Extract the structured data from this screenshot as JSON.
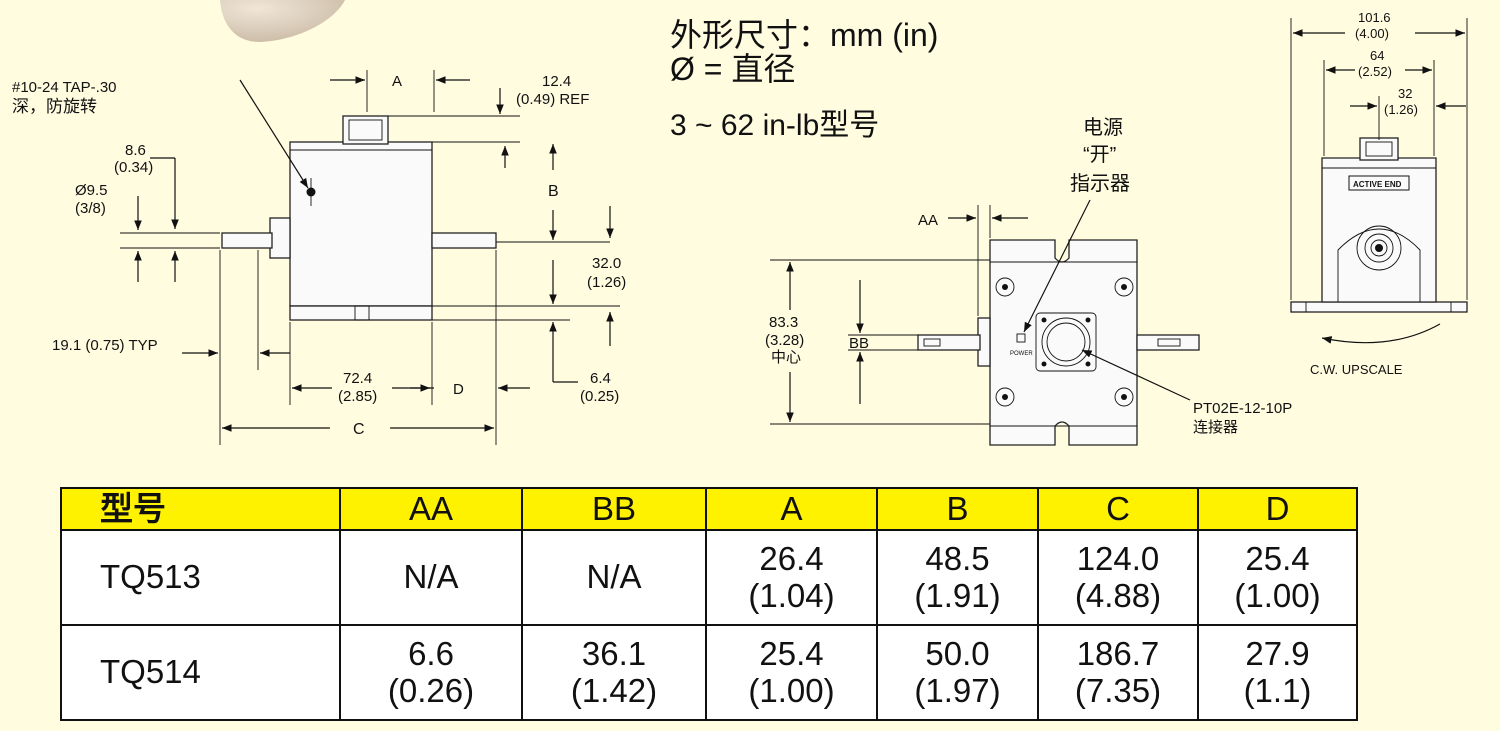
{
  "header": {
    "units_line": "外形尺寸：mm (in)",
    "diameter_line": "Ø = 直径",
    "model_range": "3 ~ 62 in-lb型号"
  },
  "left_view": {
    "tap_note_line1": "#10-24 TAP-.30",
    "tap_note_line2": "深，防旋转",
    "dim_a": "A",
    "dim_ref_line1": "12.4",
    "dim_ref_line2": "(0.49) REF",
    "dim_86_line1": "8.6",
    "dim_86_line2": "(0.34)",
    "dim_dia_line1": "Ø9.5",
    "dim_dia_line2": "(3/8)",
    "dim_b": "B",
    "dim_32_line1": "32.0",
    "dim_32_line2": "(1.26)",
    "dim_typ": "19.1 (0.75) TYP",
    "dim_724_line1": "72.4",
    "dim_724_line2": "(2.85)",
    "dim_d": "D",
    "dim_64_line1": "6.4",
    "dim_64_line2": "(0.25)",
    "dim_c": "C"
  },
  "middle_view": {
    "indicator_line1": "电源",
    "indicator_line2": "“开”",
    "indicator_line3": "指示器",
    "dim_aa": "AA",
    "dim_833_line1": "83.3",
    "dim_833_line2": "(3.28)",
    "dim_833_line3": "中心",
    "dim_bb": "BB",
    "power_label": "POWER",
    "connector_line1": "PT02E-12-10P",
    "connector_line2": "连接器"
  },
  "right_view": {
    "dim_1016_line1": "101.6",
    "dim_1016_line2": "(4.00)",
    "dim_64b_line1": "64",
    "dim_64b_line2": "(2.52)",
    "dim_32b_line1": "32",
    "dim_32b_line2": "(1.26)",
    "active_end_label": "ACTIVE END",
    "rotation_label": "C.W. UPSCALE"
  },
  "table": {
    "headers": [
      "型号",
      "AA",
      "BB",
      "A",
      "B",
      "C",
      "D"
    ],
    "rows": [
      {
        "model": "TQ513",
        "cells": [
          {
            "mm": "N/A",
            "inch": ""
          },
          {
            "mm": "N/A",
            "inch": ""
          },
          {
            "mm": "26.4",
            "inch": "(1.04)"
          },
          {
            "mm": "48.5",
            "inch": "(1.91)"
          },
          {
            "mm": "124.0",
            "inch": "(4.88)"
          },
          {
            "mm": "25.4",
            "inch": "(1.00)"
          }
        ]
      },
      {
        "model": "TQ514",
        "cells": [
          {
            "mm": "6.6",
            "inch": "(0.26)"
          },
          {
            "mm": "36.1",
            "inch": "(1.42)"
          },
          {
            "mm": "25.4",
            "inch": "(1.00)"
          },
          {
            "mm": "50.0",
            "inch": "(1.97)"
          },
          {
            "mm": "186.7",
            "inch": "(7.35)"
          },
          {
            "mm": "27.9",
            "inch": "(1.1)"
          }
        ]
      }
    ]
  },
  "colors": {
    "page_background": "#fffce0",
    "table_header": "#fff200"
  }
}
